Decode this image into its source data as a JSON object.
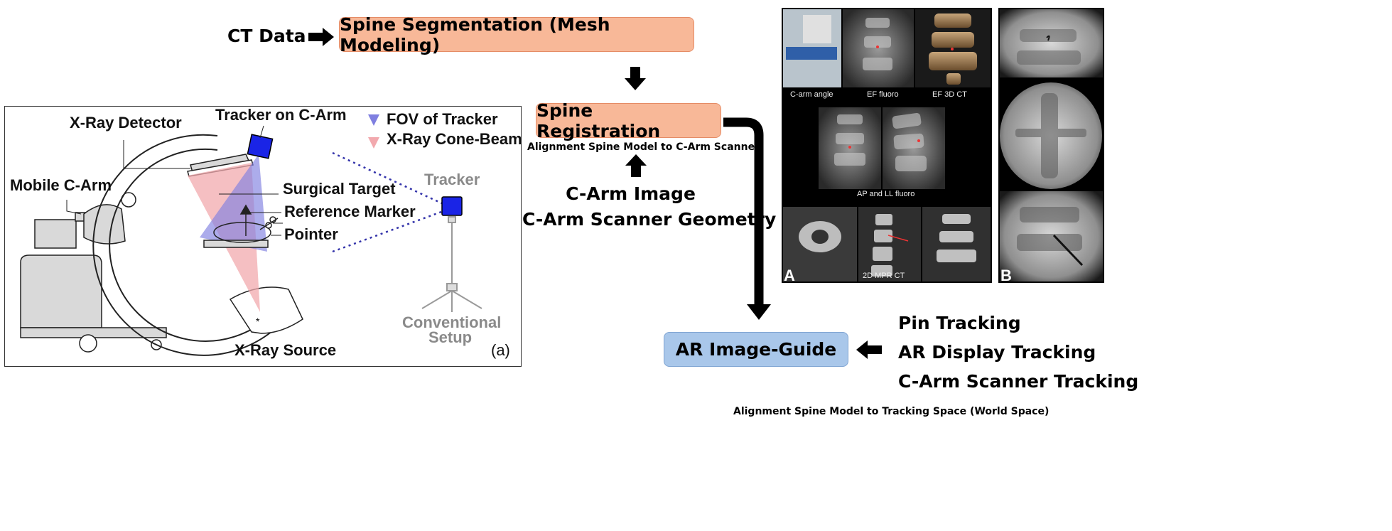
{
  "pipeline": {
    "ct_data": "CT Data",
    "segmentation": "Spine Segmentation (Mesh Modeling)",
    "registration": "Spine Registration",
    "registration_caption": "Alignment Spine Model to C-Arm Scanner",
    "carm_image": "C-Arm Image",
    "carm_geometry": "C-Arm Scanner Geometry",
    "ar_guide": "AR Image-Guide",
    "tracking_items": [
      "Pin Tracking",
      "AR Display Tracking",
      "C-Arm Scanner Tracking"
    ],
    "world_caption": "Alignment Spine Model to Tracking Space (World Space)"
  },
  "setup_diagram": {
    "labels": {
      "tracker_on_carm": "Tracker on C-Arm",
      "xray_detector": "X-Ray Detector",
      "mobile_carm": "Mobile C-Arm",
      "surgical_target": "Surgical Target",
      "reference_marker": "Reference Marker",
      "pointer": "Pointer",
      "xray_source": "X-Ray Source",
      "tracker": "Tracker",
      "conventional": "Conventional",
      "setup": "Setup",
      "panel_id": "(a)"
    },
    "legend": [
      "FOV of Tracker",
      "X-Ray Cone-Beam"
    ],
    "colors": {
      "fov": "#7F7FE0",
      "cone": "#F2A9AE",
      "tracker": "#1A24E6"
    }
  },
  "medical_panel_a": {
    "captions": [
      "C-arm angle",
      "EF fluoro",
      "EF 3D CT",
      "AP and LL fluoro",
      "2D MPR CT"
    ],
    "letter": "A"
  },
  "medical_panel_b": {
    "letter": "B"
  },
  "colors": {
    "orange_box": "#F8B898",
    "blue_box": "#A9C7EA",
    "arrow": "#000000"
  }
}
